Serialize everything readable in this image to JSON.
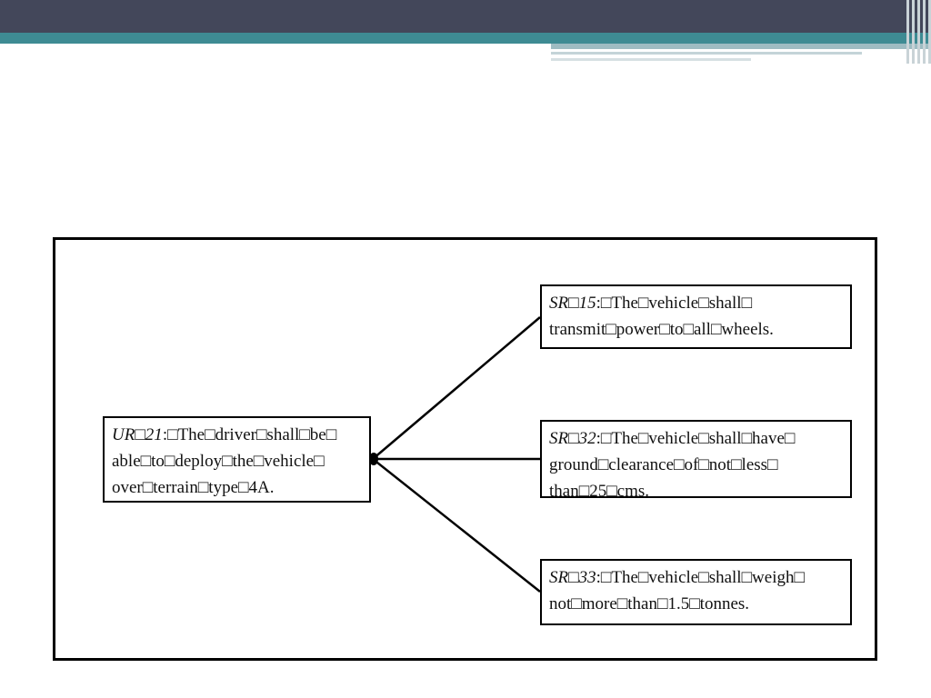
{
  "diagram": {
    "source": {
      "id": "UR□21",
      "lines": [
        ":□The□driver□shall□be□",
        "able□to□deploy□the□vehicle□",
        "over□terrain□type□4A."
      ]
    },
    "targets": [
      {
        "id": "SR□15",
        "lines": [
          ":□The□vehicle□shall□",
          "transmit□power□to□all□wheels."
        ]
      },
      {
        "id": "SR□32",
        "lines": [
          ":□The□vehicle□shall□have□",
          "ground□clearance□of□not□less□",
          "than□25□cms."
        ]
      },
      {
        "id": "SR□33",
        "lines": [
          ":□The□vehicle□shall□weigh□",
          "not□more□than□1.5□tonnes."
        ]
      }
    ]
  },
  "colors": {
    "banner_dark": "#43475a",
    "banner_teal": "#3e8b93",
    "border": "#000000",
    "text": "#111111"
  }
}
